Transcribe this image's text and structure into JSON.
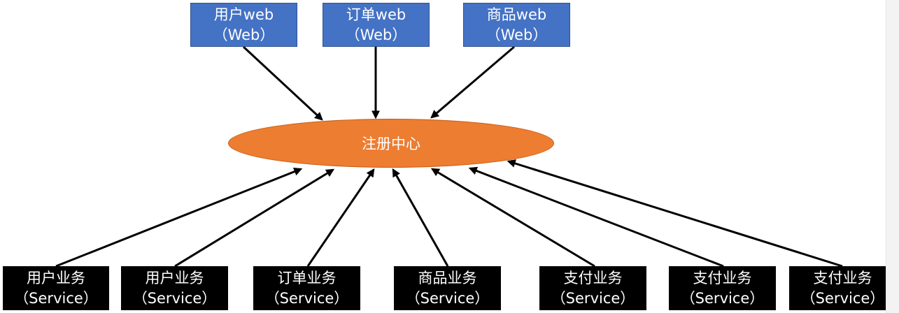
{
  "diagram": {
    "center": {
      "label": "注册中心"
    },
    "web_nodes": [
      {
        "line1": "用户web",
        "line2": "（Web）"
      },
      {
        "line1": "订单web",
        "line2": "（Web）"
      },
      {
        "line1": "商品web",
        "line2": "（Web）"
      }
    ],
    "service_nodes": [
      {
        "line1": "用户业务",
        "line2": "（Service）"
      },
      {
        "line1": "用户业务",
        "line2": "（Service）"
      },
      {
        "line1": "订单业务",
        "line2": "（Service）"
      },
      {
        "line1": "商品业务",
        "line2": "（Service）"
      },
      {
        "line1": "支付业务",
        "line2": "（Service）"
      },
      {
        "line1": "支付业务",
        "line2": "（Service）"
      },
      {
        "line1": "支付业务",
        "line2": "（Service）"
      }
    ],
    "colors": {
      "web_fill": "#4472c4",
      "service_fill": "#000000",
      "center_fill": "#ed7d31",
      "arrow": "#000000"
    }
  }
}
